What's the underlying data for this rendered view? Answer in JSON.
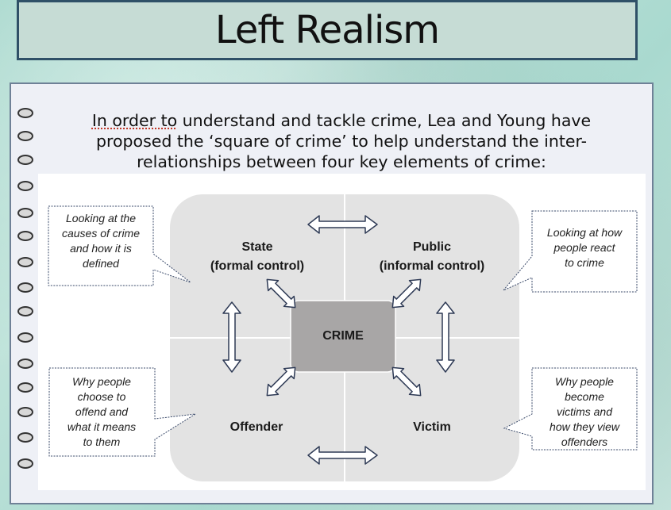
{
  "title": "Left Realism",
  "intro": {
    "underlined": "In order to",
    "rest": " understand and tackle crime, Lea and Young have proposed the ‘square of crime’ to help understand the inter-relationships between four key elements of crime:"
  },
  "diagram": {
    "center": "CRIME",
    "state": {
      "line1": "State",
      "line2": "(formal control)"
    },
    "public": {
      "line1": "Public",
      "line2": "(informal control)"
    },
    "offender": "Offender",
    "victim": "Victim"
  },
  "notes": {
    "top_left": [
      "Looking at the",
      "causes of crime",
      "and how it is",
      "defined"
    ],
    "top_right": [
      "Looking at how",
      "people react",
      "to crime"
    ],
    "bottom_left": [
      "Why people",
      "choose to",
      "offend and",
      "what it means",
      "to them"
    ],
    "bottom_right": [
      "Why people",
      "become",
      "victims and",
      "how they view",
      "offenders"
    ]
  },
  "colors": {
    "title_border": "#2f5067",
    "title_fill": "#c6dcd5",
    "square_fill": "#e3e3e3",
    "crime_fill": "#a8a6a6",
    "arrow_stroke": "#2e3a55",
    "note_border": "#3a4a6a"
  }
}
